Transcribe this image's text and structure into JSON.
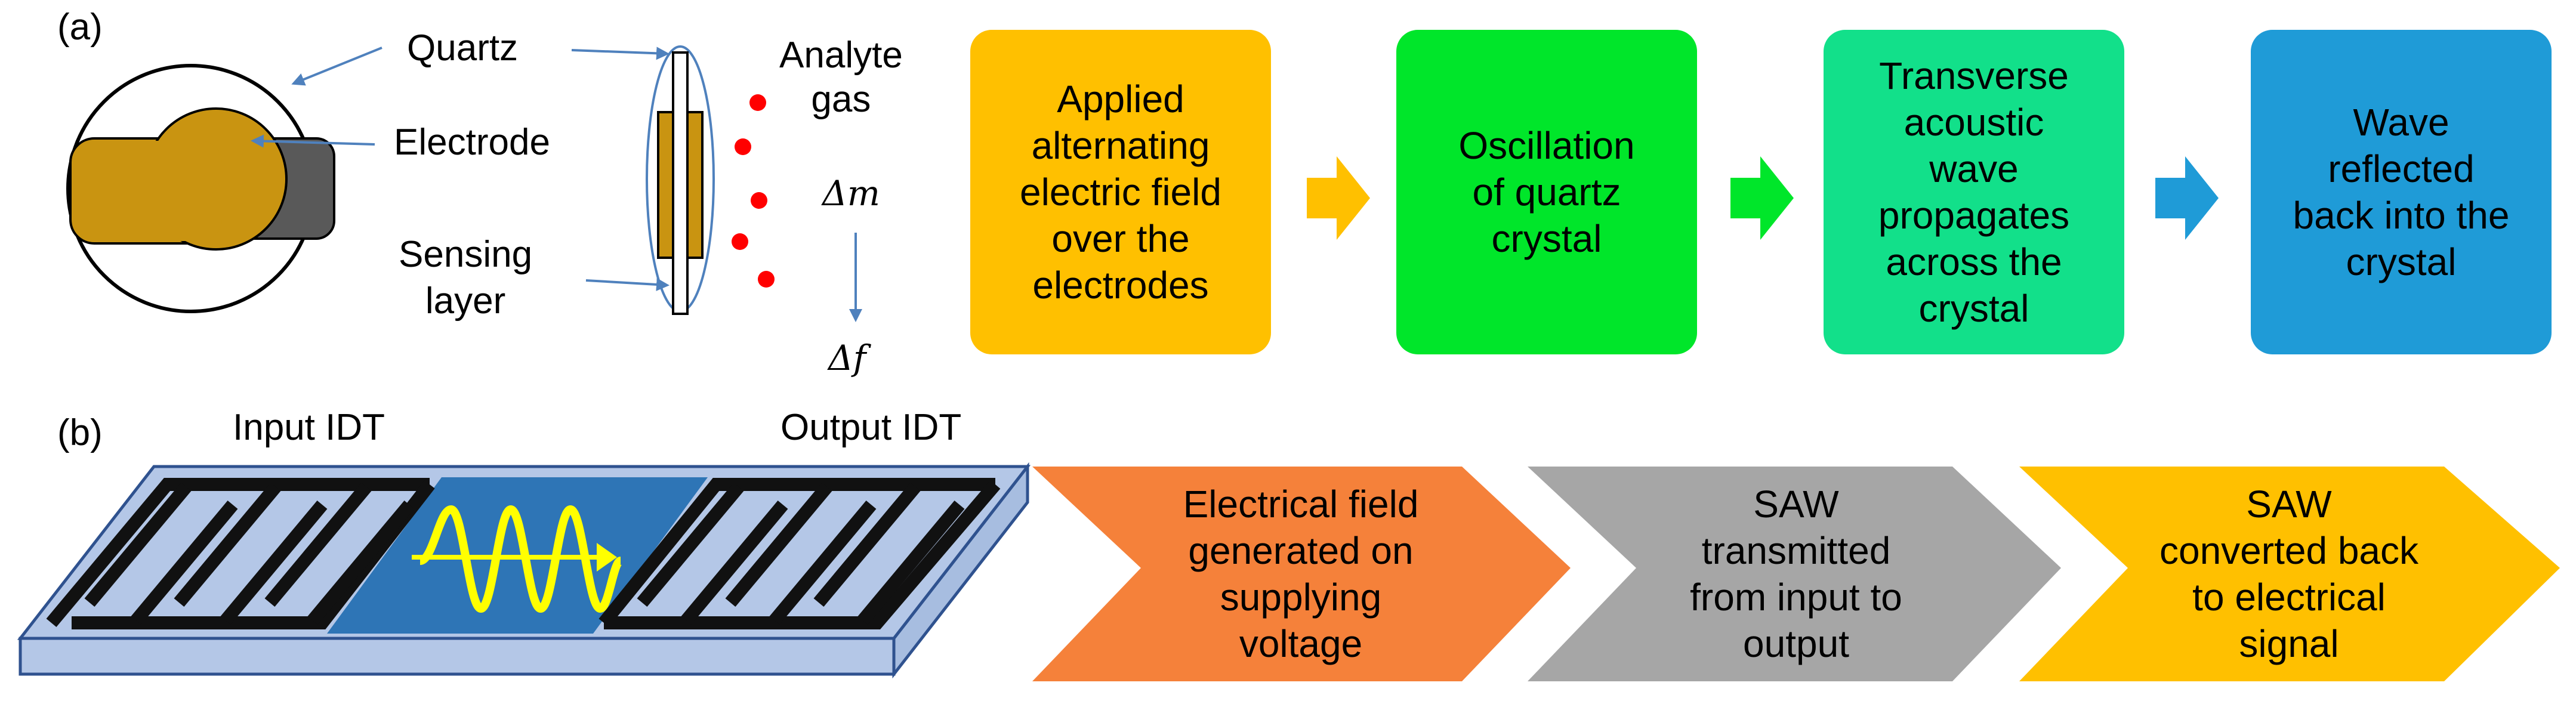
{
  "panel_a": {
    "label": "(a)",
    "labels": {
      "quartz": "Quartz",
      "electrode": "Electrode",
      "sensing_layer": "Sensing\nlayer",
      "analyte_gas": "Analyte\ngas",
      "delta_m": "Δm",
      "delta_f": "Δf"
    },
    "steps": [
      {
        "text": "Applied\nalternating\nelectric field\nover the\nelectrodes",
        "color": "#ffc000"
      },
      {
        "text": "Oscillation\nof quartz\ncrystal",
        "color": "#00e62a"
      },
      {
        "text": "Transverse\nacoustic\nwave\npropagates\nacross the\ncrystal",
        "color": "#12e08a"
      },
      {
        "text": "Wave\nreflected\nback into the\ncrystal",
        "color": "#1f9bd7"
      }
    ],
    "arrow_colors": [
      "#ffc000",
      "#00e62a",
      "#1f9bd7"
    ]
  },
  "panel_b": {
    "label": "(b)",
    "labels": {
      "input_idt": "Input IDT",
      "output_idt": "Output IDT"
    },
    "steps": [
      {
        "text": "Electrical field\ngenerated on\nsupplying\nvoltage",
        "color": "#f5813a"
      },
      {
        "text": "SAW\ntransmitted\nfrom input to\noutput",
        "color": "#a6a6a6"
      },
      {
        "text": "SAW\nconverted back\nto electrical\nsignal",
        "color": "#ffc000"
      }
    ]
  },
  "colors": {
    "electrode": "#c99411",
    "dark_electrode": "#595959",
    "analyte_dot": "#ff0000",
    "pointer": "#4f81bd",
    "substrate": "#b4c7e7",
    "idt": "#111111",
    "wave_region": "#2e75b6",
    "wave": "#ffff00"
  }
}
